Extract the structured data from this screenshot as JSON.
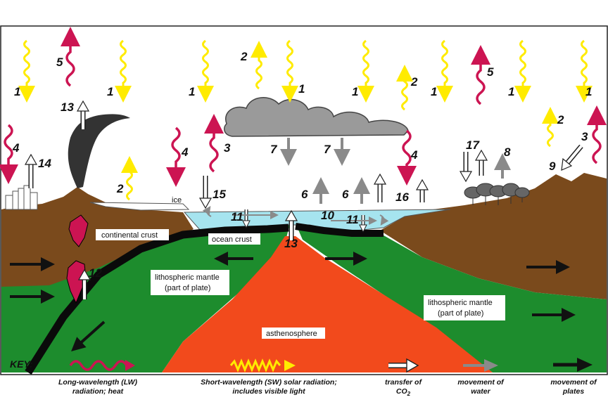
{
  "colors": {
    "lw": "#cc1452",
    "sw": "#ffeb00",
    "crust": "#7a4a1c",
    "mantle": "#1d8c2d",
    "asthenosphere": "#f24a1c",
    "ocean": "#a6e4ef",
    "cloud": "#9a9a9a",
    "slab": "#0a0a0a"
  },
  "numbers": {
    "n1": "1",
    "n2": "2",
    "n3": "3",
    "n4": "4",
    "n5": "5",
    "n6": "6",
    "n7": "7",
    "n8": "8",
    "n9": "9",
    "n10": "10",
    "n11": "11",
    "n12": "12",
    "n13": "13",
    "n14": "14",
    "n15": "15",
    "n16": "16",
    "n17": "17"
  },
  "labels": {
    "ice": "ice",
    "continental_crust": "continental crust",
    "ocean_crust": "ocean crust",
    "litho_left_1": "lithospheric mantle",
    "litho_left_2": "(part of plate)",
    "litho_right_1": "lithospheric mantle",
    "litho_right_2": "(part of plate)",
    "asthenosphere": "asthenosphere"
  },
  "key": {
    "title": "KEY:",
    "lw_line1": "Long-wavelength (LW)",
    "lw_line2": "radiation; heat",
    "sw_line1": "Short-wavelength (SW) solar radiation;",
    "sw_line2": "includes visible light",
    "co2_line1": "transfer of",
    "co2_line2": "CO",
    "co2_sub": "2",
    "water_line1": "movement of",
    "water_line2": "water",
    "plates_line1": "movement of",
    "plates_line2": "plates"
  }
}
